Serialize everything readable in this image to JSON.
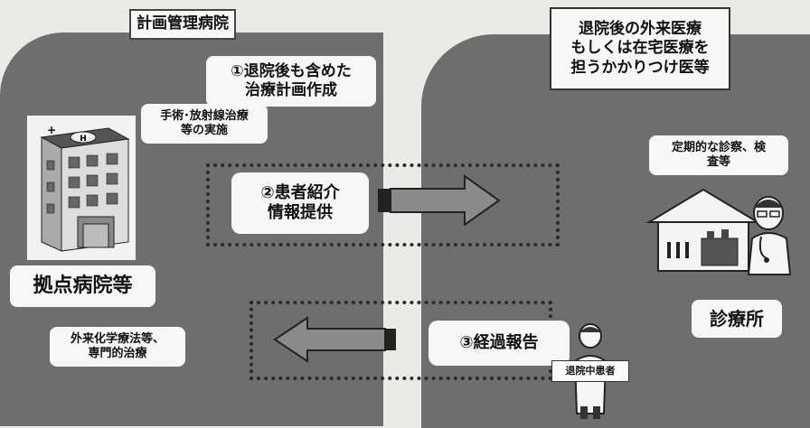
{
  "left": {
    "title": "計画管理病院",
    "plan_line1": "①退院後も含めた",
    "plan_line2": "治療計画作成",
    "surgery_line1": "手術･放射線治療",
    "surgery_line2": "等の実施",
    "hospital_label": "拠点病院等",
    "chemo_line1": "外来化学療法等、",
    "chemo_line2": "専門的治療"
  },
  "right": {
    "title_line1": "退院後の外来医療",
    "title_line2": "もしくは在宅医療を",
    "title_line3": "担うかかりつけ医等",
    "exam_line1": "定期的な診察、検",
    "exam_line2": "査等",
    "clinic_label": "診療所"
  },
  "flow": {
    "referral_line1": "②患者紹介",
    "referral_line2": "情報提供",
    "report": "③経過報告",
    "patient_tag": "退院中患者"
  },
  "colors": {
    "panel": "#6e6e6e",
    "box": "#f7f7f5",
    "arrow_fill": "#8a8a8a"
  }
}
